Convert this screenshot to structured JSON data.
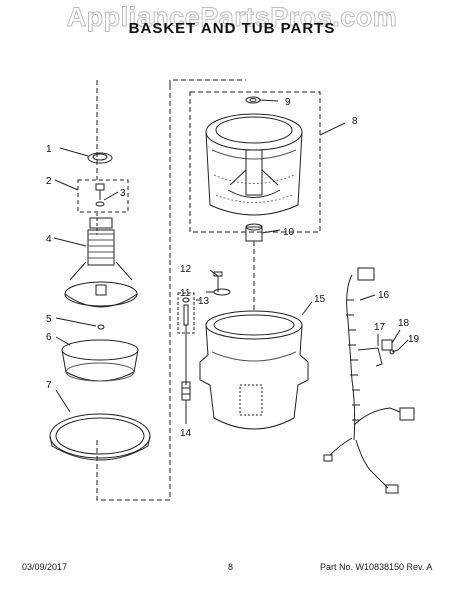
{
  "watermark": "AppliancePartsPros.com",
  "title": "BASKET AND TUB PARTS",
  "footer": {
    "date": "03/09/2017",
    "page": "8",
    "part_number": "Part No. W10838150  Rev. A"
  },
  "callouts": {
    "c1": "1",
    "c2": "2",
    "c3": "3",
    "c4": "4",
    "c5": "5",
    "c6": "6",
    "c7": "7",
    "c8": "8",
    "c9": "9",
    "c10": "10",
    "c11": "11",
    "c12": "12",
    "c13": "13",
    "c14": "14",
    "c15": "15",
    "c16": "16",
    "c17": "17",
    "c18": "18",
    "c19": "19"
  }
}
